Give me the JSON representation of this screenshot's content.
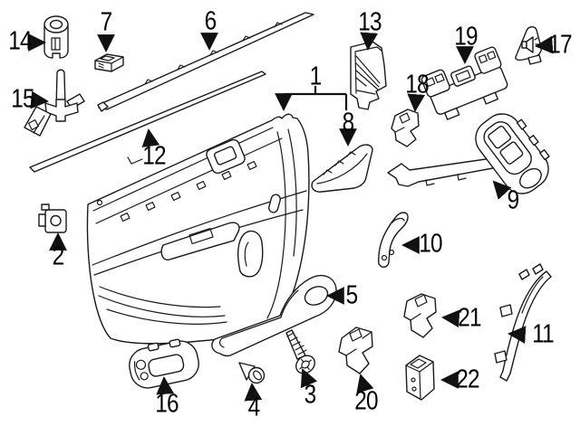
{
  "diagram": {
    "background_color": "#ffffff",
    "line_color": "#1a1a1a",
    "callout_color": "#000000"
  },
  "callouts": [
    {
      "num": "1"
    },
    {
      "num": "2"
    },
    {
      "num": "3"
    },
    {
      "num": "4"
    },
    {
      "num": "5"
    },
    {
      "num": "6"
    },
    {
      "num": "7"
    },
    {
      "num": "8"
    },
    {
      "num": "9"
    },
    {
      "num": "10"
    },
    {
      "num": "11"
    },
    {
      "num": "12"
    },
    {
      "num": "13"
    },
    {
      "num": "14"
    },
    {
      "num": "15"
    },
    {
      "num": "16"
    },
    {
      "num": "17"
    },
    {
      "num": "18"
    },
    {
      "num": "19"
    },
    {
      "num": "20"
    },
    {
      "num": "21"
    },
    {
      "num": "22"
    }
  ]
}
